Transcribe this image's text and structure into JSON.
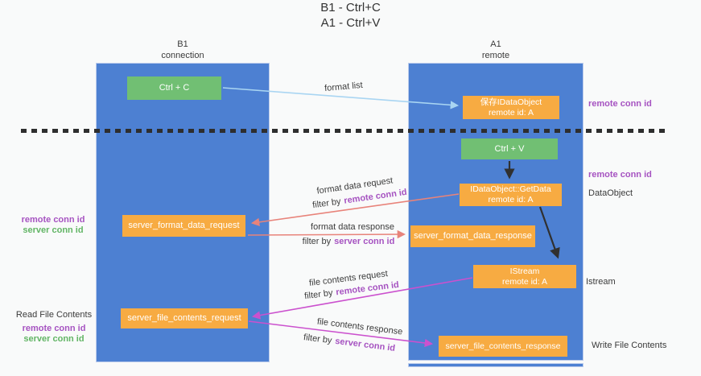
{
  "header": {
    "title_line1": "B1 - Ctrl+C",
    "title_line2": "A1 - Ctrl+V"
  },
  "lanes": {
    "b1": {
      "name": "B1",
      "subtitle": "connection"
    },
    "a1": {
      "name": "A1",
      "subtitle": "remote"
    }
  },
  "nodes": {
    "ctrl_c": {
      "label": "Ctrl + C"
    },
    "ctrl_v": {
      "label": "Ctrl + V"
    },
    "save_idataobject": {
      "line1": "保存IDataObject",
      "line2": "remote id: A"
    },
    "idataobject_getdata": {
      "line1": "IDataObject::GetData",
      "line2": "remote id: A"
    },
    "istream": {
      "line1": "IStream",
      "line2": "remote id: A"
    },
    "server_format_data_request": {
      "label": "server_format_data_request"
    },
    "server_format_data_response": {
      "label": "server_format_data_response"
    },
    "server_file_contents_request": {
      "label": "server_file_contents_request"
    },
    "server_file_contents_response": {
      "label": "server_file_contents_response"
    }
  },
  "left_labels": {
    "remote_conn_id_1": "remote conn id",
    "server_conn_id_1": "server conn id",
    "read_file_contents": "Read File Contents",
    "remote_conn_id_2": "remote conn id",
    "server_conn_id_2": "server conn id"
  },
  "right_labels": {
    "remote_conn_id_top": "remote conn id",
    "remote_conn_id_mid": "remote conn id",
    "dataobject": "DataObject",
    "istream": "Istream",
    "write_file_contents": "Write File Contents"
  },
  "flow_labels": {
    "format_list": "format list",
    "format_data_request": "format data request",
    "format_data_response": "format data response",
    "file_contents_request": "file contents request",
    "file_contents_response": "file contents response",
    "filter_by": "filter by",
    "remote_conn_id": "remote conn id",
    "server_conn_id": "server conn id"
  },
  "colors": {
    "lane_blue": "#4d80d2",
    "node_orange": "#f7ab42",
    "node_green": "#71bf73",
    "accent_purple": "#a653c1",
    "accent_green": "#62b565",
    "arrow_salmon": "#e8837a",
    "arrow_magenta": "#cb51ce",
    "arrow_lightblue": "#a9d5f2",
    "arrow_black": "#303030"
  }
}
